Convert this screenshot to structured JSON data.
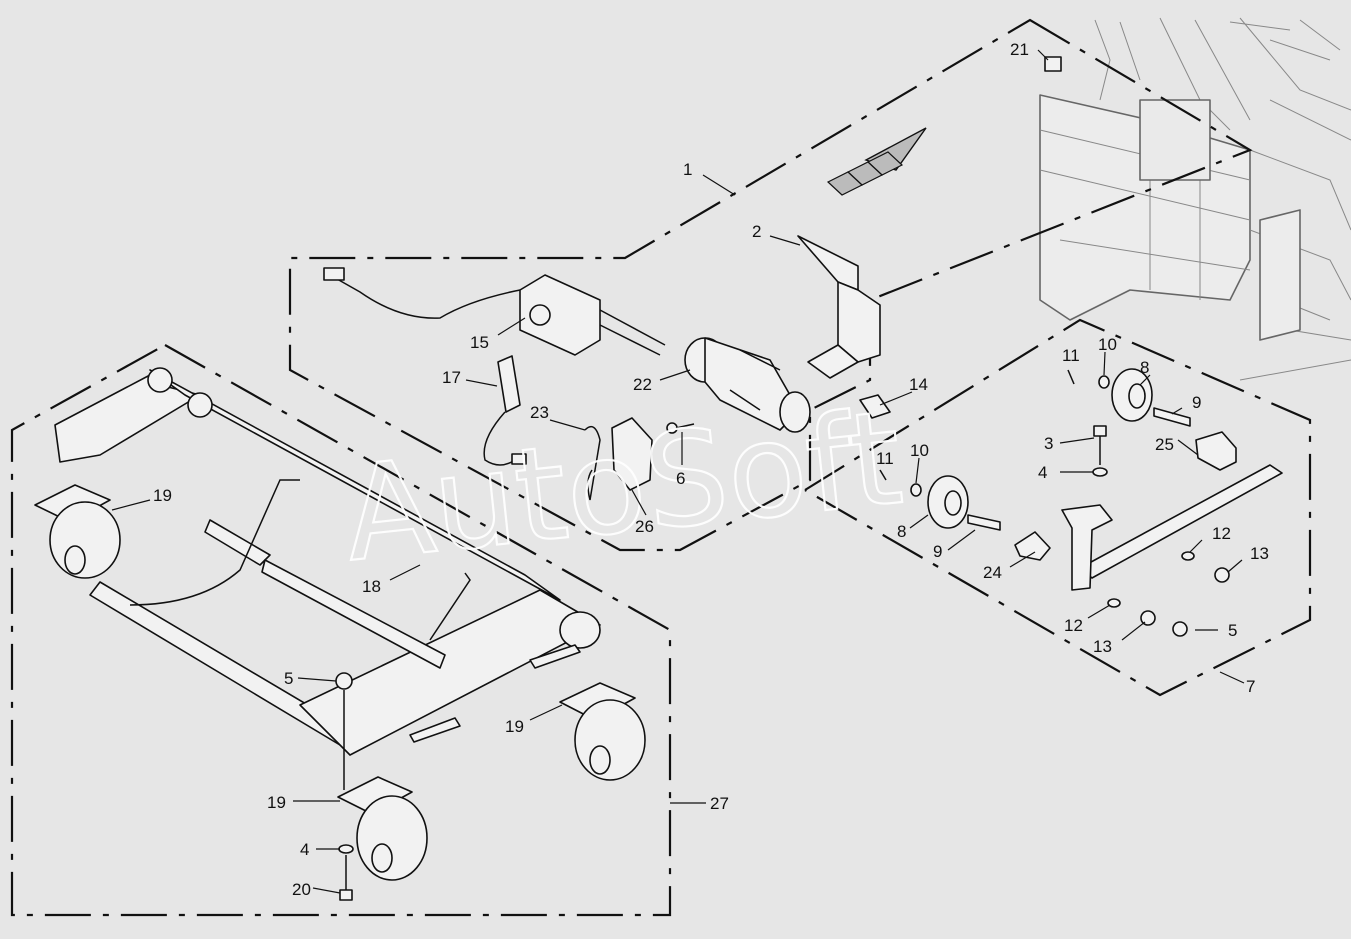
{
  "watermark": "AutoSoft",
  "callouts": [
    {
      "id": "c1",
      "label": "1"
    },
    {
      "id": "c2",
      "label": "2"
    },
    {
      "id": "c3",
      "label": "3"
    },
    {
      "id": "c4a",
      "label": "4"
    },
    {
      "id": "c4b",
      "label": "4"
    },
    {
      "id": "c5a",
      "label": "5"
    },
    {
      "id": "c5b",
      "label": "5"
    },
    {
      "id": "c6",
      "label": "6"
    },
    {
      "id": "c7",
      "label": "7"
    },
    {
      "id": "c8a",
      "label": "8"
    },
    {
      "id": "c8b",
      "label": "8"
    },
    {
      "id": "c9a",
      "label": "9"
    },
    {
      "id": "c9b",
      "label": "9"
    },
    {
      "id": "c10a",
      "label": "10"
    },
    {
      "id": "c10b",
      "label": "10"
    },
    {
      "id": "c11a",
      "label": "11"
    },
    {
      "id": "c11b",
      "label": "11"
    },
    {
      "id": "c12a",
      "label": "12"
    },
    {
      "id": "c12b",
      "label": "12"
    },
    {
      "id": "c13a",
      "label": "13"
    },
    {
      "id": "c13b",
      "label": "13"
    },
    {
      "id": "c14",
      "label": "14"
    },
    {
      "id": "c15",
      "label": "15"
    },
    {
      "id": "c17",
      "label": "17"
    },
    {
      "id": "c18",
      "label": "18"
    },
    {
      "id": "c19a",
      "label": "19"
    },
    {
      "id": "c19b",
      "label": "19"
    },
    {
      "id": "c19c",
      "label": "19"
    },
    {
      "id": "c20",
      "label": "20"
    },
    {
      "id": "c21",
      "label": "21"
    },
    {
      "id": "c22",
      "label": "22"
    },
    {
      "id": "c23",
      "label": "23"
    },
    {
      "id": "c24",
      "label": "24"
    },
    {
      "id": "c25",
      "label": "25"
    },
    {
      "id": "c26",
      "label": "26"
    },
    {
      "id": "c27",
      "label": "27"
    }
  ]
}
